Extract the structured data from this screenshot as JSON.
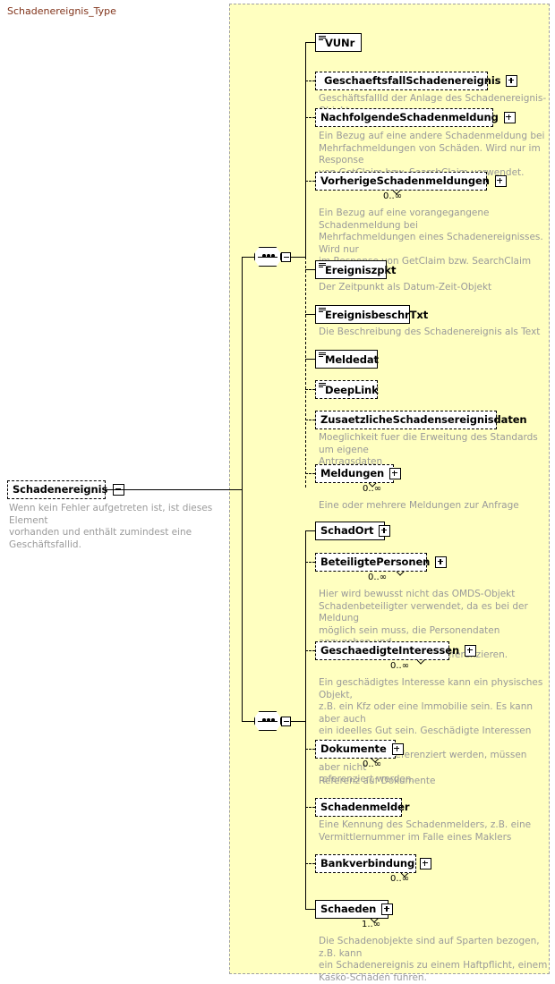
{
  "diagram": {
    "kind": "xsd-schema-diagram",
    "root": {
      "name": "Schadenereignis",
      "occurrence": "",
      "annotation": "Wenn kein Fehler aufgetreten ist, ist dieses Element\nvorhanden und enthält zumindest eine Geschäftsfallid.",
      "control": "collapse-icon",
      "optional": true
    },
    "type_container": {
      "title": "Schadenereignis_Type",
      "compositors": [
        {
          "name": "sequence-icon",
          "group": "upper"
        },
        {
          "name": "sequence-icon",
          "group": "lower"
        }
      ]
    },
    "nodes": [
      {
        "id": "vunr",
        "label": "VUNr",
        "optional": false,
        "simple": true,
        "control": "",
        "occurrence": "",
        "annotation": ""
      },
      {
        "id": "geschaeftsfall",
        "label": "GeschaeftsfallSchadenereignis",
        "optional": true,
        "simple": false,
        "control": "expand-icon",
        "occurrence": "",
        "annotation": "GeschäftsfallId der Anlage des Schadenereignis-Objektes"
      },
      {
        "id": "nachfolgende",
        "label": "NachfolgendeSchadenmeldung",
        "optional": true,
        "simple": false,
        "control": "expand-icon",
        "occurrence": "",
        "annotation": "Ein Bezug auf eine andere Schadenmeldung bei\nMehrfachmeldungen von Schäden. Wird nur im Response\nvon GetClaim bzw. SearchClaim verwendet."
      },
      {
        "id": "vorherige",
        "label": "VorherigeSchadenmeldungen",
        "optional": true,
        "simple": false,
        "control": "expand-icon",
        "occurrence": "0..∞",
        "annotation": "Ein Bezug auf eine vorangegangene Schadenmeldung bei\nMehrfachmeldungen eines Schadenereignisses. Wird nur\nim Response von GetClaim bzw. SearchClaim\nverwendet."
      },
      {
        "id": "ereigniszpkt",
        "label": "Ereigniszpkt",
        "optional": false,
        "simple": true,
        "control": "",
        "occurrence": "",
        "annotation": "Der Zeitpunkt als Datum-Zeit-Objekt"
      },
      {
        "id": "ereignisbeschrtxt",
        "label": "EreignisbeschrTxt",
        "optional": false,
        "simple": true,
        "control": "",
        "occurrence": "",
        "annotation": "Die Beschreibung des Schadenereignis als Text"
      },
      {
        "id": "meldedat",
        "label": "Meldedat",
        "optional": false,
        "simple": true,
        "control": "",
        "occurrence": "",
        "annotation": ""
      },
      {
        "id": "deeplink",
        "label": "DeepLink",
        "optional": true,
        "simple": true,
        "control": "",
        "occurrence": "",
        "annotation": ""
      },
      {
        "id": "zusaetzliche",
        "label": "ZusaetzlicheSchadensereignisdaten",
        "optional": true,
        "simple": false,
        "control": "",
        "occurrence": "",
        "annotation": "Moeglichkeit fuer die Erweitung des Standards um eigene\nAntragsdaten"
      },
      {
        "id": "meldungen",
        "label": "Meldungen",
        "optional": true,
        "simple": false,
        "control": "expand-icon",
        "occurrence": "0..∞",
        "annotation": "Eine oder mehrere Meldungen zur Anfrage"
      },
      {
        "id": "schadort",
        "label": "SchadOrt",
        "optional": false,
        "simple": false,
        "control": "expand-icon",
        "occurrence": "",
        "annotation": ""
      },
      {
        "id": "beteiligtepersonen",
        "label": "BeteiligtePersonen",
        "optional": true,
        "simple": false,
        "control": "expand-icon",
        "occurrence": "0..∞",
        "annotation": "Hier wird bewusst nicht das OMDS-Objekt\nSchadenbeteiligter verwendet, da es bei der Meldung\nmöglich sein muss, die Personendaten anzugeben und\nnicht nur auf Personen zu referenzieren."
      },
      {
        "id": "geschaedigteinteressen",
        "label": "GeschaedigteInteressen",
        "optional": true,
        "simple": false,
        "control": "expand-icon",
        "occurrence": "0..∞",
        "annotation": "Ein geschädigtes Interesse kann ein physisches Objekt,\nz.B. ein Kfz oder eine Immobilie sein. Es kann aber auch\nein ideelles Gut sein. Geschädigte Interessen können im\nSchadenobjekt referenziert werden, müssen aber nicht\nreferenziert werden."
      },
      {
        "id": "dokumente",
        "label": "Dokumente",
        "optional": true,
        "simple": false,
        "control": "expand-icon",
        "occurrence": "0..∞",
        "annotation": "Referenz auf Dokumente"
      },
      {
        "id": "schadenmelder",
        "label": "Schadenmelder",
        "optional": true,
        "simple": false,
        "control": "",
        "occurrence": "",
        "annotation": "Eine Kennung des Schadenmelders, z.B. eine\nVermittlernummer im Falle eines Maklers"
      },
      {
        "id": "bankverbindung",
        "label": "Bankverbindung",
        "optional": true,
        "simple": false,
        "control": "expand-icon",
        "occurrence": "0..∞",
        "annotation": ""
      },
      {
        "id": "schaeden",
        "label": "Schaeden",
        "optional": false,
        "simple": false,
        "control": "expand-icon",
        "occurrence": "1..∞",
        "annotation": "Die Schadenobjekte sind auf Sparten bezogen, z.B. kann\nein Schadenereignis zu einem Haftpflicht, einem\nKasko-Schaden führen."
      }
    ],
    "colors": {
      "container_fill": "#ffffc0",
      "container_border": "#a0a0a0",
      "title_text": "#80331a",
      "annotation_text": "#9a9a9a",
      "node_fill": "#ffffff",
      "node_border": "#000000",
      "shadow": "#c0c0c0"
    }
  }
}
